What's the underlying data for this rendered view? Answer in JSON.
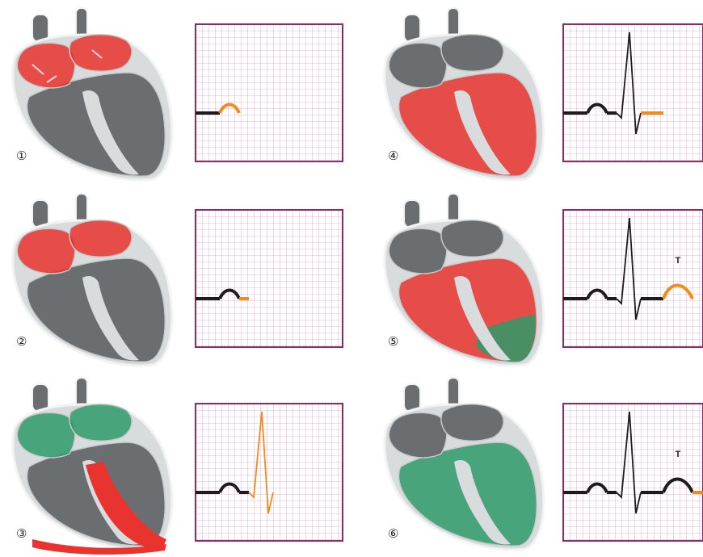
{
  "colors": {
    "heart_gray": "#6b6e70",
    "heart_light": "#d9dcdd",
    "heart_outline": "#f2f3f3",
    "depolarized_red": "#e8332e",
    "repolarized_green": "#2e9a6a",
    "ecg_grid": "#e59bc1",
    "ecg_frame": "#8e2a6a",
    "trace_black": "#1c1c1c",
    "trace_orange": "#f08c1e"
  },
  "steps": [
    {
      "label": "①",
      "heart_state": "atria-depolarizing",
      "ecg_highlight": "p-wave"
    },
    {
      "label": "②",
      "heart_state": "atria-depolarized",
      "ecg_highlight": "pr-segment"
    },
    {
      "label": "③",
      "heart_state": "ventricles-depolarizing",
      "ecg_highlight": "qrs-complex"
    },
    {
      "label": "④",
      "heart_state": "ventricles-depolarized",
      "ecg_highlight": "st-segment"
    },
    {
      "label": "⑤",
      "heart_state": "ventricles-repolarizing",
      "ecg_highlight": "t-wave",
      "wave_label": "T"
    },
    {
      "label": "⑥",
      "heart_state": "ventricles-repolarized",
      "ecg_highlight": "t-wave-complete",
      "wave_label": "T"
    }
  ]
}
